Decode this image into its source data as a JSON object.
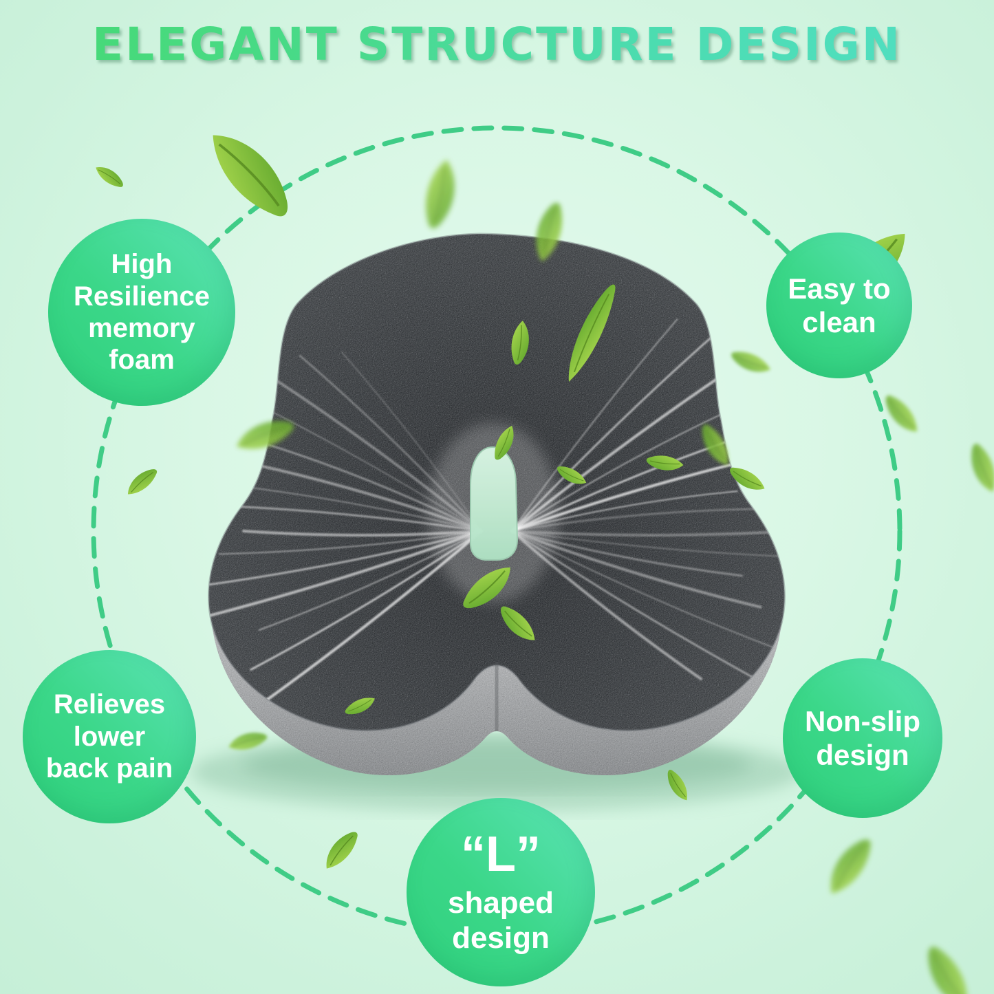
{
  "title": "ELEGANT STRUCTURE DESIGN",
  "badges": [
    {
      "id": "high-resilience-memory-foam",
      "lines": [
        "High",
        "Resilience",
        "memory",
        "foam"
      ]
    },
    {
      "id": "easy-to-clean",
      "lines": [
        "Easy to",
        "clean"
      ]
    },
    {
      "id": "relieves-lower-back-pain",
      "lines": [
        "Relieves",
        "lower",
        "back pain"
      ]
    },
    {
      "id": "non-slip-design",
      "lines": [
        "Non-slip",
        "design"
      ]
    },
    {
      "id": "l-shaped-design",
      "lines": [
        "“L”",
        "shaped",
        "design"
      ]
    }
  ],
  "colors": {
    "background": "#d9f7e5",
    "title_gradient_start": "#46d973",
    "title_gradient_end": "#51dfc4",
    "badge_gradient_start": "#5de3b7",
    "badge_gradient_end": "#2fd07c",
    "badge_text": "#ffffff",
    "dashed_circle": "#3fcc86",
    "cushion_top_fabric": "#3d4044",
    "cushion_side_fabric": "#a4a7aa",
    "center_cutout_fill": "#c6ecd6",
    "leaf_green": "#7ab838",
    "airflow_lines": "#ffffff"
  },
  "decorative_icons": [
    "leaf-icon",
    "airflow-lines",
    "dashed-circle"
  ]
}
